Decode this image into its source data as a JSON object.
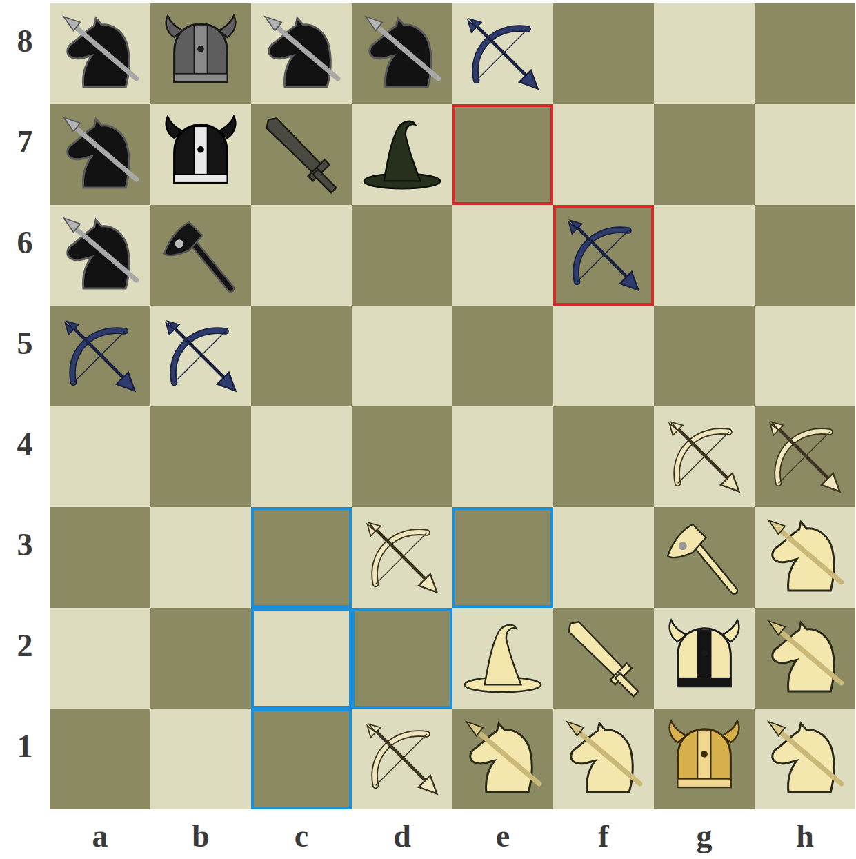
{
  "diagram": {
    "labels": [
      "8",
      "7",
      "6",
      "5",
      "4",
      "3",
      "2",
      "1",
      "a",
      "b",
      "c",
      "d",
      "e",
      "f",
      "g",
      "h"
    ]
  }
}
